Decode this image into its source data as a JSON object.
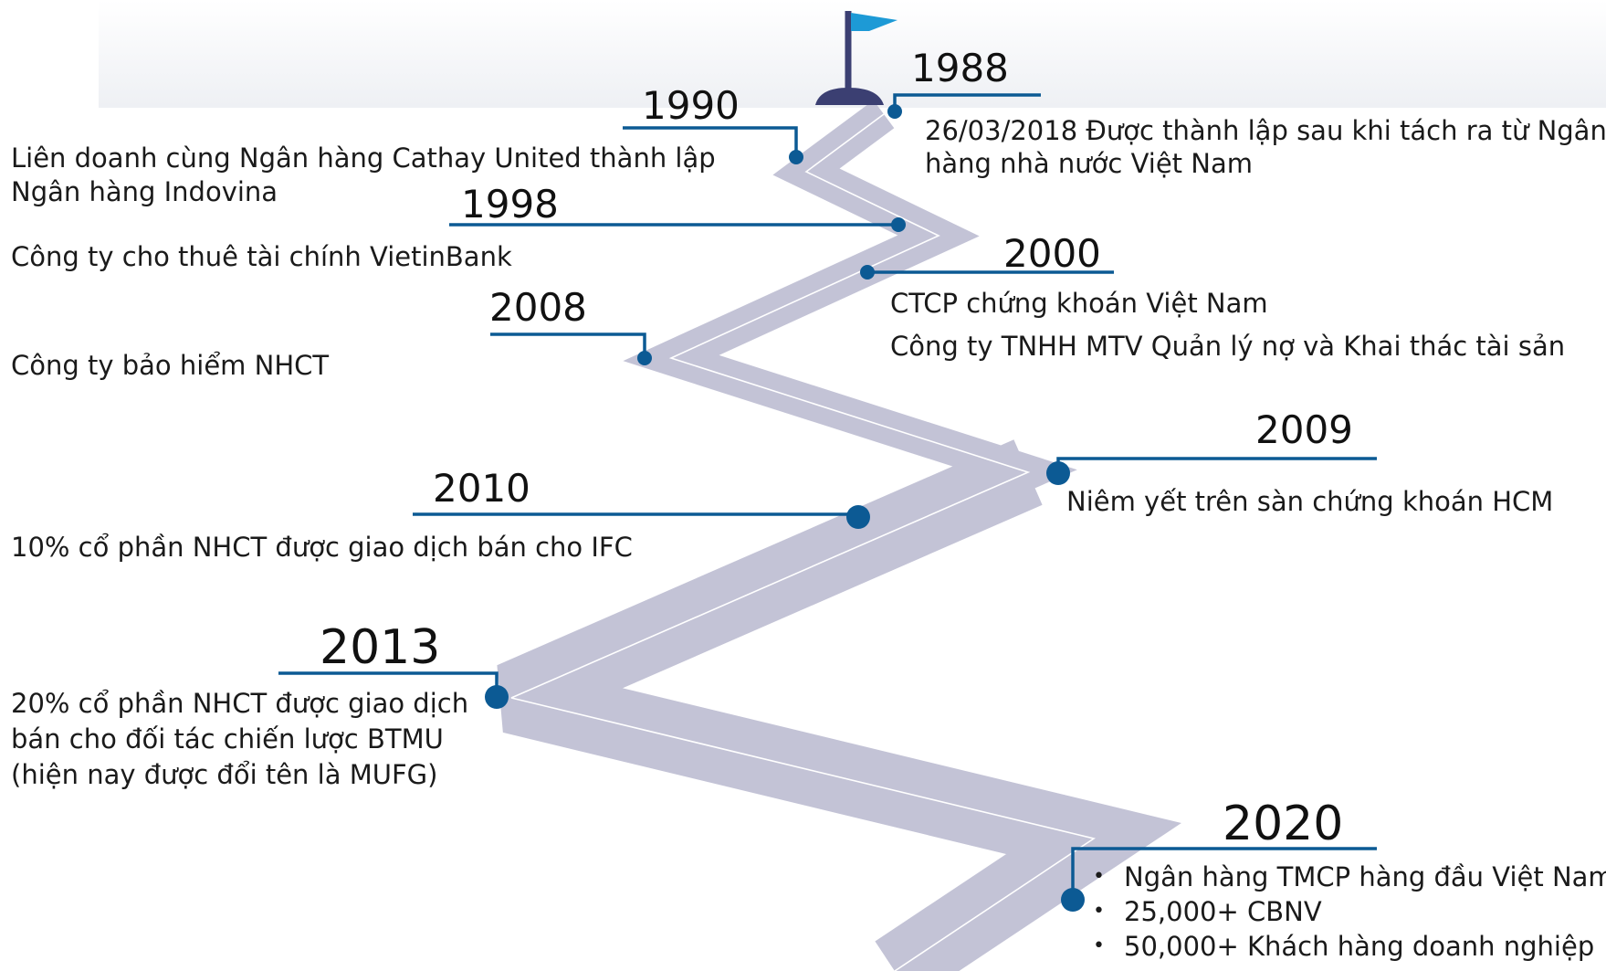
{
  "colors": {
    "road": "#c3c3d6",
    "road_center_line": "#ffffff",
    "marker": "#0c5a94",
    "flag": "#1d9ad6",
    "hill": "#3b3f72",
    "header_band": "#f2f3f6"
  },
  "icons": {
    "flag": "flag-icon"
  },
  "milestones": [
    {
      "year": "1988",
      "lines": [
        "26/03/2018 Được thành lập sau khi tách ra từ Ngân",
        "hàng nhà nước Việt Nam"
      ]
    },
    {
      "year": "1990",
      "lines": [
        "Liên doanh cùng Ngân hàng Cathay United thành lập",
        "Ngân hàng Indovina"
      ]
    },
    {
      "year": "1998",
      "lines": [
        "Công ty cho thuê tài chính VietinBank"
      ]
    },
    {
      "year": "2000",
      "lines": [
        "CTCP chứng khoán Việt Nam",
        "Công ty TNHH MTV Quản lý nợ và Khai thác tài sản"
      ]
    },
    {
      "year": "2008",
      "lines": [
        "Công ty bảo hiểm NHCT"
      ]
    },
    {
      "year": "2009",
      "lines": [
        "Niêm yết trên sàn chứng khoán HCM"
      ]
    },
    {
      "year": "2010",
      "lines": [
        "10% cổ phần NHCT được giao dịch bán cho IFC"
      ]
    },
    {
      "year": "2013",
      "lines": [
        "20% cổ phần NHCT được giao dịch",
        "bán cho đối tác chiến lược BTMU",
        "(hiện nay được đổi tên là MUFG)"
      ]
    },
    {
      "year": "2020",
      "bullets": [
        "Ngân hàng TMCP hàng đầu Việt Nam",
        "25,000+ CBNV",
        "50,000+ Khách hàng doanh nghiệp"
      ]
    }
  ]
}
